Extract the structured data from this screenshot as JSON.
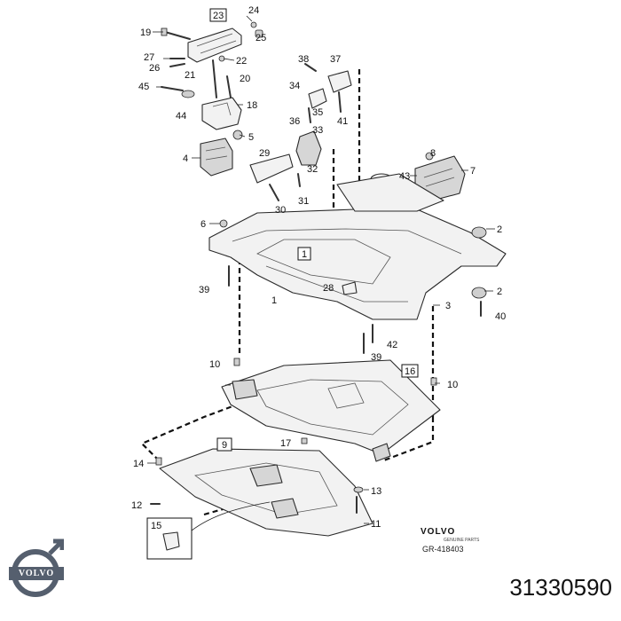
{
  "callouts": [
    {
      "id": "c19",
      "text": "19"
    },
    {
      "id": "c23",
      "text": "23",
      "boxed": true
    },
    {
      "id": "c24",
      "text": "24"
    },
    {
      "id": "c25",
      "text": "25"
    },
    {
      "id": "c27",
      "text": "27"
    },
    {
      "id": "c26",
      "text": "26"
    },
    {
      "id": "c22",
      "text": "22"
    },
    {
      "id": "c21",
      "text": "21"
    },
    {
      "id": "c20",
      "text": "20"
    },
    {
      "id": "c45",
      "text": "45"
    },
    {
      "id": "c44",
      "text": "44"
    },
    {
      "id": "c18",
      "text": "18"
    },
    {
      "id": "c5",
      "text": "5"
    },
    {
      "id": "c4",
      "text": "4"
    },
    {
      "id": "c38",
      "text": "38"
    },
    {
      "id": "c37",
      "text": "37"
    },
    {
      "id": "c34",
      "text": "34"
    },
    {
      "id": "c35",
      "text": "35"
    },
    {
      "id": "c36",
      "text": "36"
    },
    {
      "id": "c41",
      "text": "41"
    },
    {
      "id": "c33",
      "text": "33"
    },
    {
      "id": "c29",
      "text": "29"
    },
    {
      "id": "c32",
      "text": "32"
    },
    {
      "id": "c31",
      "text": "31"
    },
    {
      "id": "c30",
      "text": "30"
    },
    {
      "id": "c8",
      "text": "8"
    },
    {
      "id": "c43",
      "text": "43"
    },
    {
      "id": "c7",
      "text": "7"
    },
    {
      "id": "c6",
      "text": "6"
    },
    {
      "id": "c2a",
      "text": "2"
    },
    {
      "id": "c1box",
      "text": "1",
      "boxed": true
    },
    {
      "id": "c39a",
      "text": "39"
    },
    {
      "id": "c1",
      "text": "1"
    },
    {
      "id": "c28",
      "text": "28"
    },
    {
      "id": "c2b",
      "text": "2"
    },
    {
      "id": "c3",
      "text": "3"
    },
    {
      "id": "c40",
      "text": "40"
    },
    {
      "id": "c42",
      "text": "42"
    },
    {
      "id": "c39b",
      "text": "39"
    },
    {
      "id": "c10a",
      "text": "10"
    },
    {
      "id": "c16",
      "text": "16",
      "boxed": true
    },
    {
      "id": "c10b",
      "text": "10"
    },
    {
      "id": "c9",
      "text": "9",
      "boxed": true
    },
    {
      "id": "c17",
      "text": "17"
    },
    {
      "id": "c14",
      "text": "14"
    },
    {
      "id": "c13",
      "text": "13"
    },
    {
      "id": "c12",
      "text": "12"
    },
    {
      "id": "c15",
      "text": "15"
    },
    {
      "id": "c11",
      "text": "11"
    }
  ],
  "brand": {
    "name": "VOLVO",
    "subtitle": "GENUINE PARTS"
  },
  "drawing_ref": "GR-418403",
  "part_number": "31330590",
  "logo": {
    "text": "VOLVO",
    "icon": "volvo-iron-mark-icon",
    "color": "#555f6e"
  }
}
